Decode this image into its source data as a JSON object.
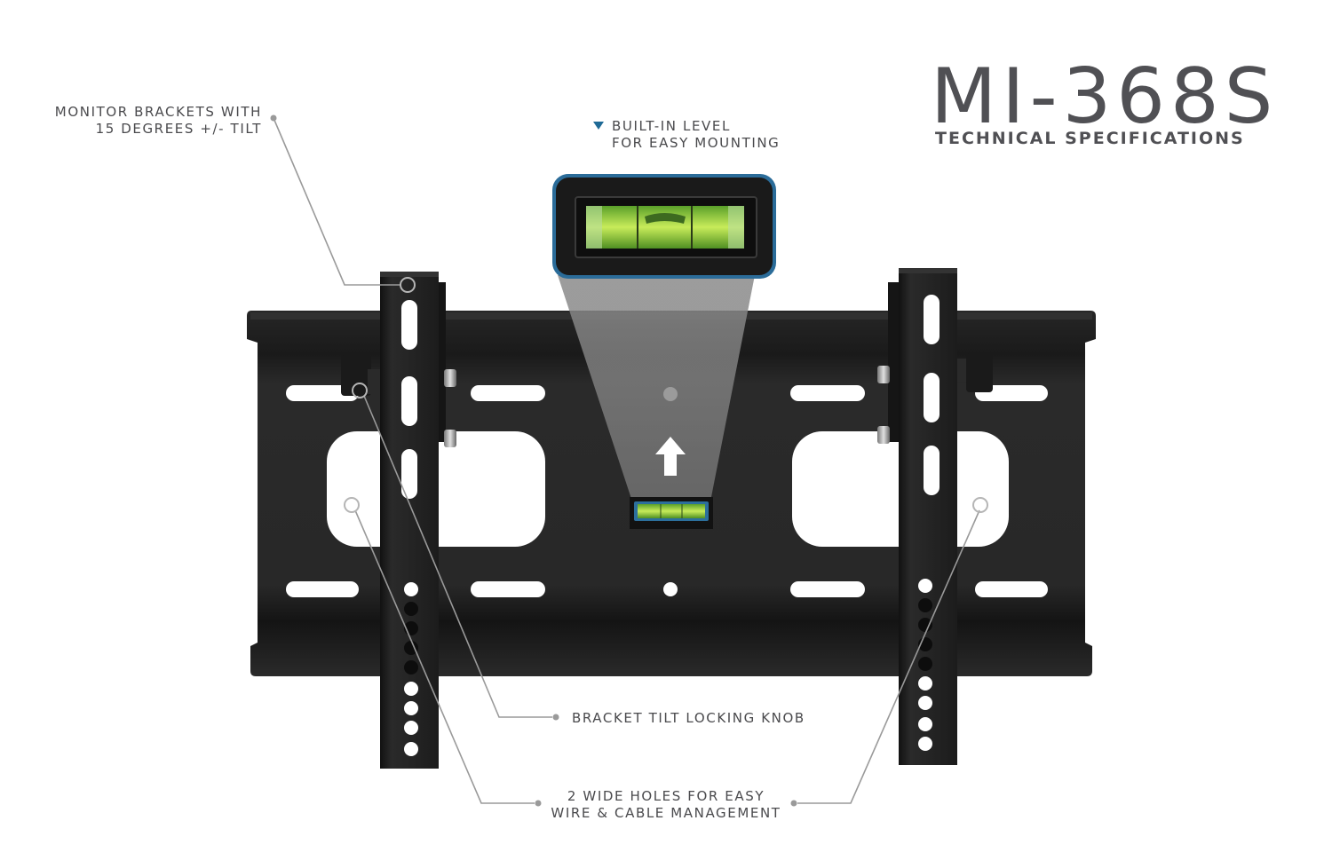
{
  "header": {
    "model": "MI-368S",
    "subtitle": "TECHNICAL SPECIFICATIONS"
  },
  "callouts": {
    "brackets": {
      "line1": "MONITOR BRACKETS WITH",
      "line2": "15 DEGREES +/- TILT"
    },
    "level": {
      "marker_icon": "triangle-down-icon",
      "line1": "BUILT-IN LEVEL",
      "line2": "FOR EASY MOUNTING"
    },
    "knob": {
      "line1": "BRACKET TILT LOCKING KNOB"
    },
    "holes": {
      "line1": "2 WIDE HOLES FOR EASY",
      "line2": "WIRE & CABLE MANAGEMENT"
    }
  },
  "colors": {
    "accent_blue": "#1f6a96",
    "mount_black": "#1e1e1e",
    "text_gray": "#4a4a4d",
    "leader_gray": "#9a9a9a",
    "bubble_green": "#9fd43a"
  }
}
